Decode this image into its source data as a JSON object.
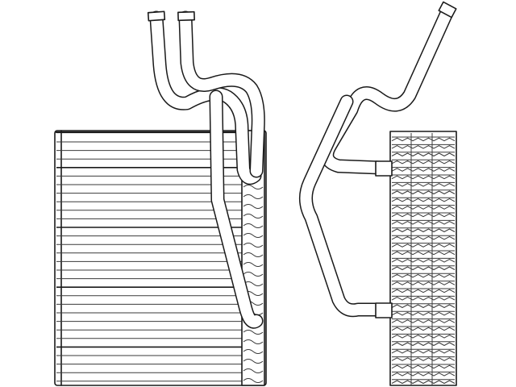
{
  "diagram": {
    "views": [
      {
        "id": "front-view",
        "subject": "evaporator-core"
      },
      {
        "id": "side-view",
        "subject": "evaporator-core"
      }
    ],
    "colors": {
      "line": "#1a1a1a",
      "background": "#ffffff",
      "watermark": "#c8c8c8"
    }
  },
  "watermark": {
    "text": ""
  }
}
